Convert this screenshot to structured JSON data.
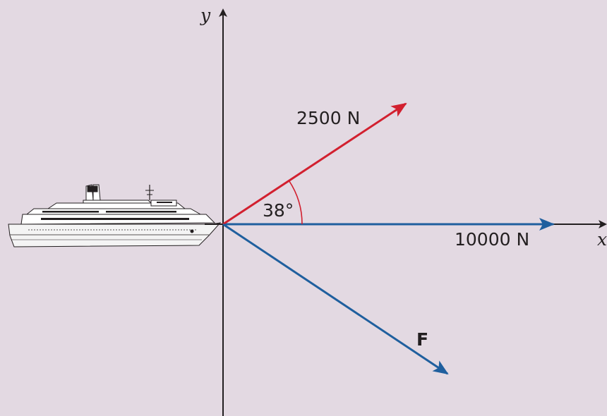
{
  "axes": {
    "x_label": "x",
    "y_label": "y"
  },
  "vectors": [
    {
      "label": "2500 N",
      "color": "#d2202f"
    },
    {
      "label": "10000 N",
      "color": "#1f5f9e"
    },
    {
      "label": "F",
      "color": "#1f5f9e"
    }
  ],
  "angle": {
    "label": "38°",
    "color": "#d2202f"
  },
  "ship": {
    "icon": "cruise-ship-icon"
  }
}
